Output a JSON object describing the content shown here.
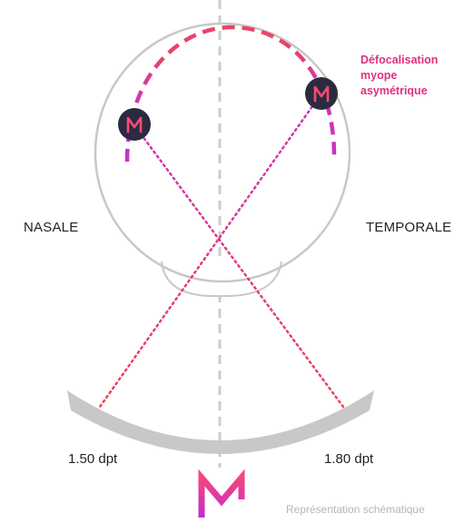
{
  "labels": {
    "nasal": "NASALE",
    "temporal": "TEMPORALE",
    "defocus_line1": "Défocalisation",
    "defocus_line2": "myope",
    "defocus_line3": "asymétrique",
    "power_left": "1.50 dpt",
    "power_right": "1.80 dpt",
    "caption": "Représentation schématique"
  },
  "colors": {
    "eye_outline": "#c8c8c8",
    "retina_arc": "#e8436b",
    "retina_arc_end": "#c930c9",
    "ray_magenta": "#cc33bb",
    "ray_red": "#ee4455",
    "marker_fill": "#2b2a40",
    "lens_fill": "#c8c8c8",
    "axis": "#cccccc",
    "logo_top": "#ff4a6e",
    "logo_bottom": "#c02ad0"
  },
  "icons": {
    "marker": "m-logo-icon",
    "brand": "m-logo-icon"
  }
}
